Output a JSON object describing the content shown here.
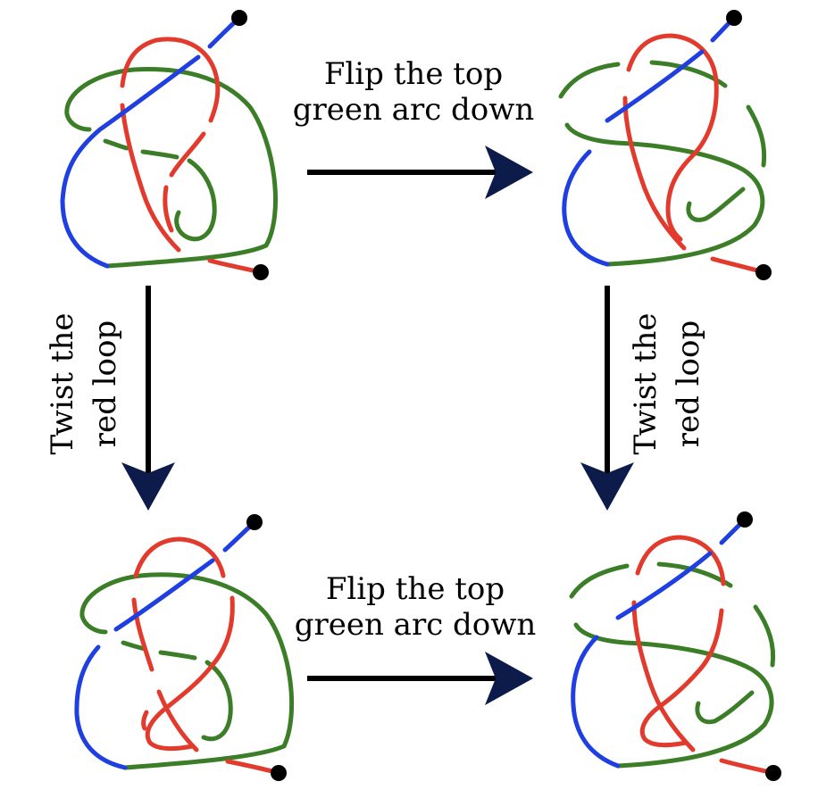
{
  "colors": {
    "blue_strand": "#1f3fe0",
    "red_strand": "#e23b2e",
    "green_strand": "#3c7e28",
    "arrow": "#000000",
    "arrow_head": "#0d1b4a",
    "endpoint": "#000000"
  },
  "labels": {
    "top_arrow": [
      "Flip the top",
      "green arc down"
    ],
    "bottom_arrow": [
      "Flip the top",
      "green arc down"
    ],
    "left_arrow": [
      "Twist the",
      "red loop"
    ],
    "right_arrow": [
      "Twist the",
      "red loop"
    ]
  },
  "knots": [
    {
      "position": "top-left"
    },
    {
      "position": "top-right"
    },
    {
      "position": "bottom-left"
    },
    {
      "position": "bottom-right"
    }
  ]
}
